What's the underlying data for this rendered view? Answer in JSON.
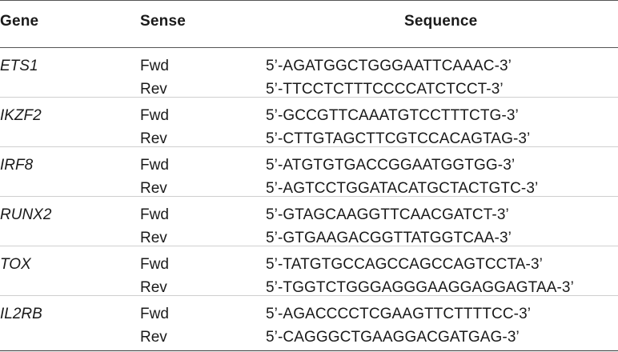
{
  "headers": {
    "gene": "Gene",
    "sense": "Sense",
    "sequence": "Sequence"
  },
  "rows": [
    {
      "gene": "ETS1",
      "fwd_label": "Fwd",
      "fwd_seq": "5’-AGATGGCTGGGAATTCAAAC-3’",
      "rev_label": "Rev",
      "rev_seq": "5’-TTCCTCTTTCCCCATCTCCT-3’"
    },
    {
      "gene": "IKZF2",
      "fwd_label": "Fwd",
      "fwd_seq": "5’-GCCGTTCAAATGTCCTTTCTG-3’",
      "rev_label": "Rev",
      "rev_seq": "5’-CTTGTAGCTTCGTCCACAGTAG-3’"
    },
    {
      "gene": "IRF8",
      "fwd_label": "Fwd",
      "fwd_seq": "5’-ATGTGTGACCGGAATGGTGG-3’",
      "rev_label": "Rev",
      "rev_seq": "5’-AGTCCTGGATACATGCTACTGTC-3’"
    },
    {
      "gene": "RUNX2",
      "fwd_label": "Fwd",
      "fwd_seq": "5’-GTAGCAAGGTTCAACGATCT-3’",
      "rev_label": "Rev",
      "rev_seq": "5’-GTGAAGACGGTTATGGTCAA-3’"
    },
    {
      "gene": "TOX",
      "fwd_label": "Fwd",
      "fwd_seq": "5’-TATGTGCCAGCCAGCCAGTCCTA-3’",
      "rev_label": "Rev",
      "rev_seq": "5’-TGGTCTGGGAGGGAAGGAGGAGTAA-3’"
    },
    {
      "gene": "IL2RB",
      "fwd_label": "Fwd",
      "fwd_seq": "5’-AGACCCCTCGAAGTTCTTTTCC-3’",
      "rev_label": "Rev",
      "rev_seq": "5’-CAGGGCTGAAGGACGATGAG-3’"
    }
  ]
}
